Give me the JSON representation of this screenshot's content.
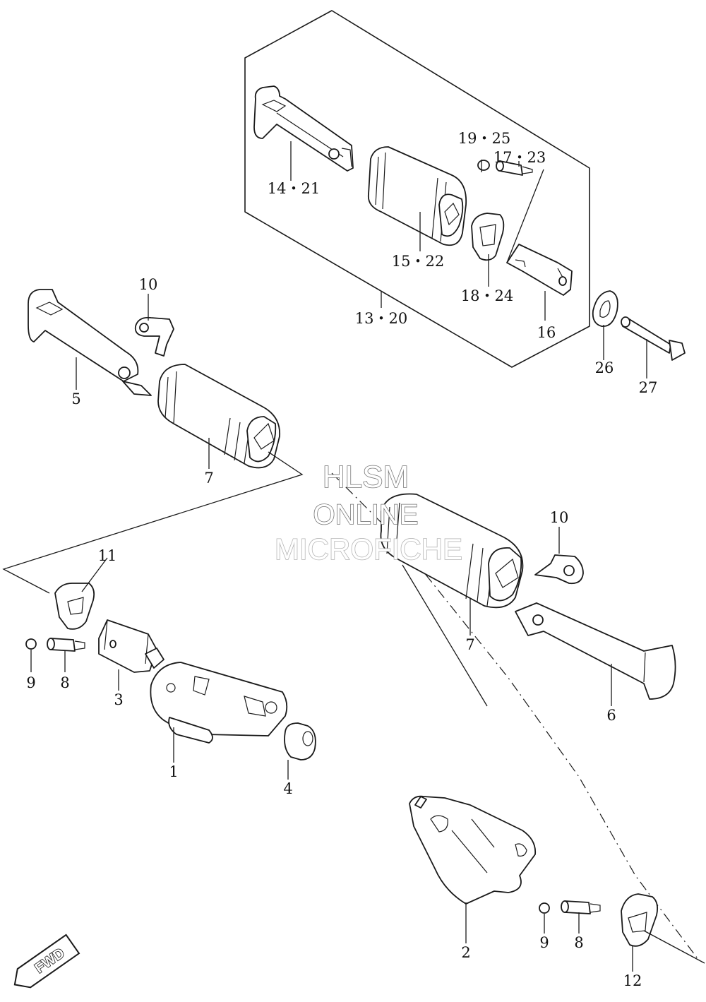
{
  "watermark": {
    "line1": "HLSM",
    "line2": "ONLINE",
    "line3": "MICROFICHE"
  },
  "direction_badge": "FWD",
  "callouts": {
    "c1": "1",
    "c2": "2",
    "c3": "3",
    "c4": "4",
    "c5": "5",
    "c6": "6",
    "c7a": "7",
    "c7b": "7",
    "c8a": "8",
    "c8b": "8",
    "c9a": "9",
    "c9b": "9",
    "c10a": "10",
    "c10b": "10",
    "c11": "11",
    "c12": "12",
    "c13_20": "13・20",
    "c14_21": "14・21",
    "c15_22": "15・22",
    "c16": "16",
    "c17_23": "17・23",
    "c18_24": "18・24",
    "c19_25": "19・25",
    "c26": "26",
    "c27": "27"
  },
  "icons": [
    "footpeg-icon",
    "rubber-grip-icon",
    "bracket-icon",
    "bolt-icon",
    "washer-icon",
    "fwd-arrow-icon"
  ]
}
